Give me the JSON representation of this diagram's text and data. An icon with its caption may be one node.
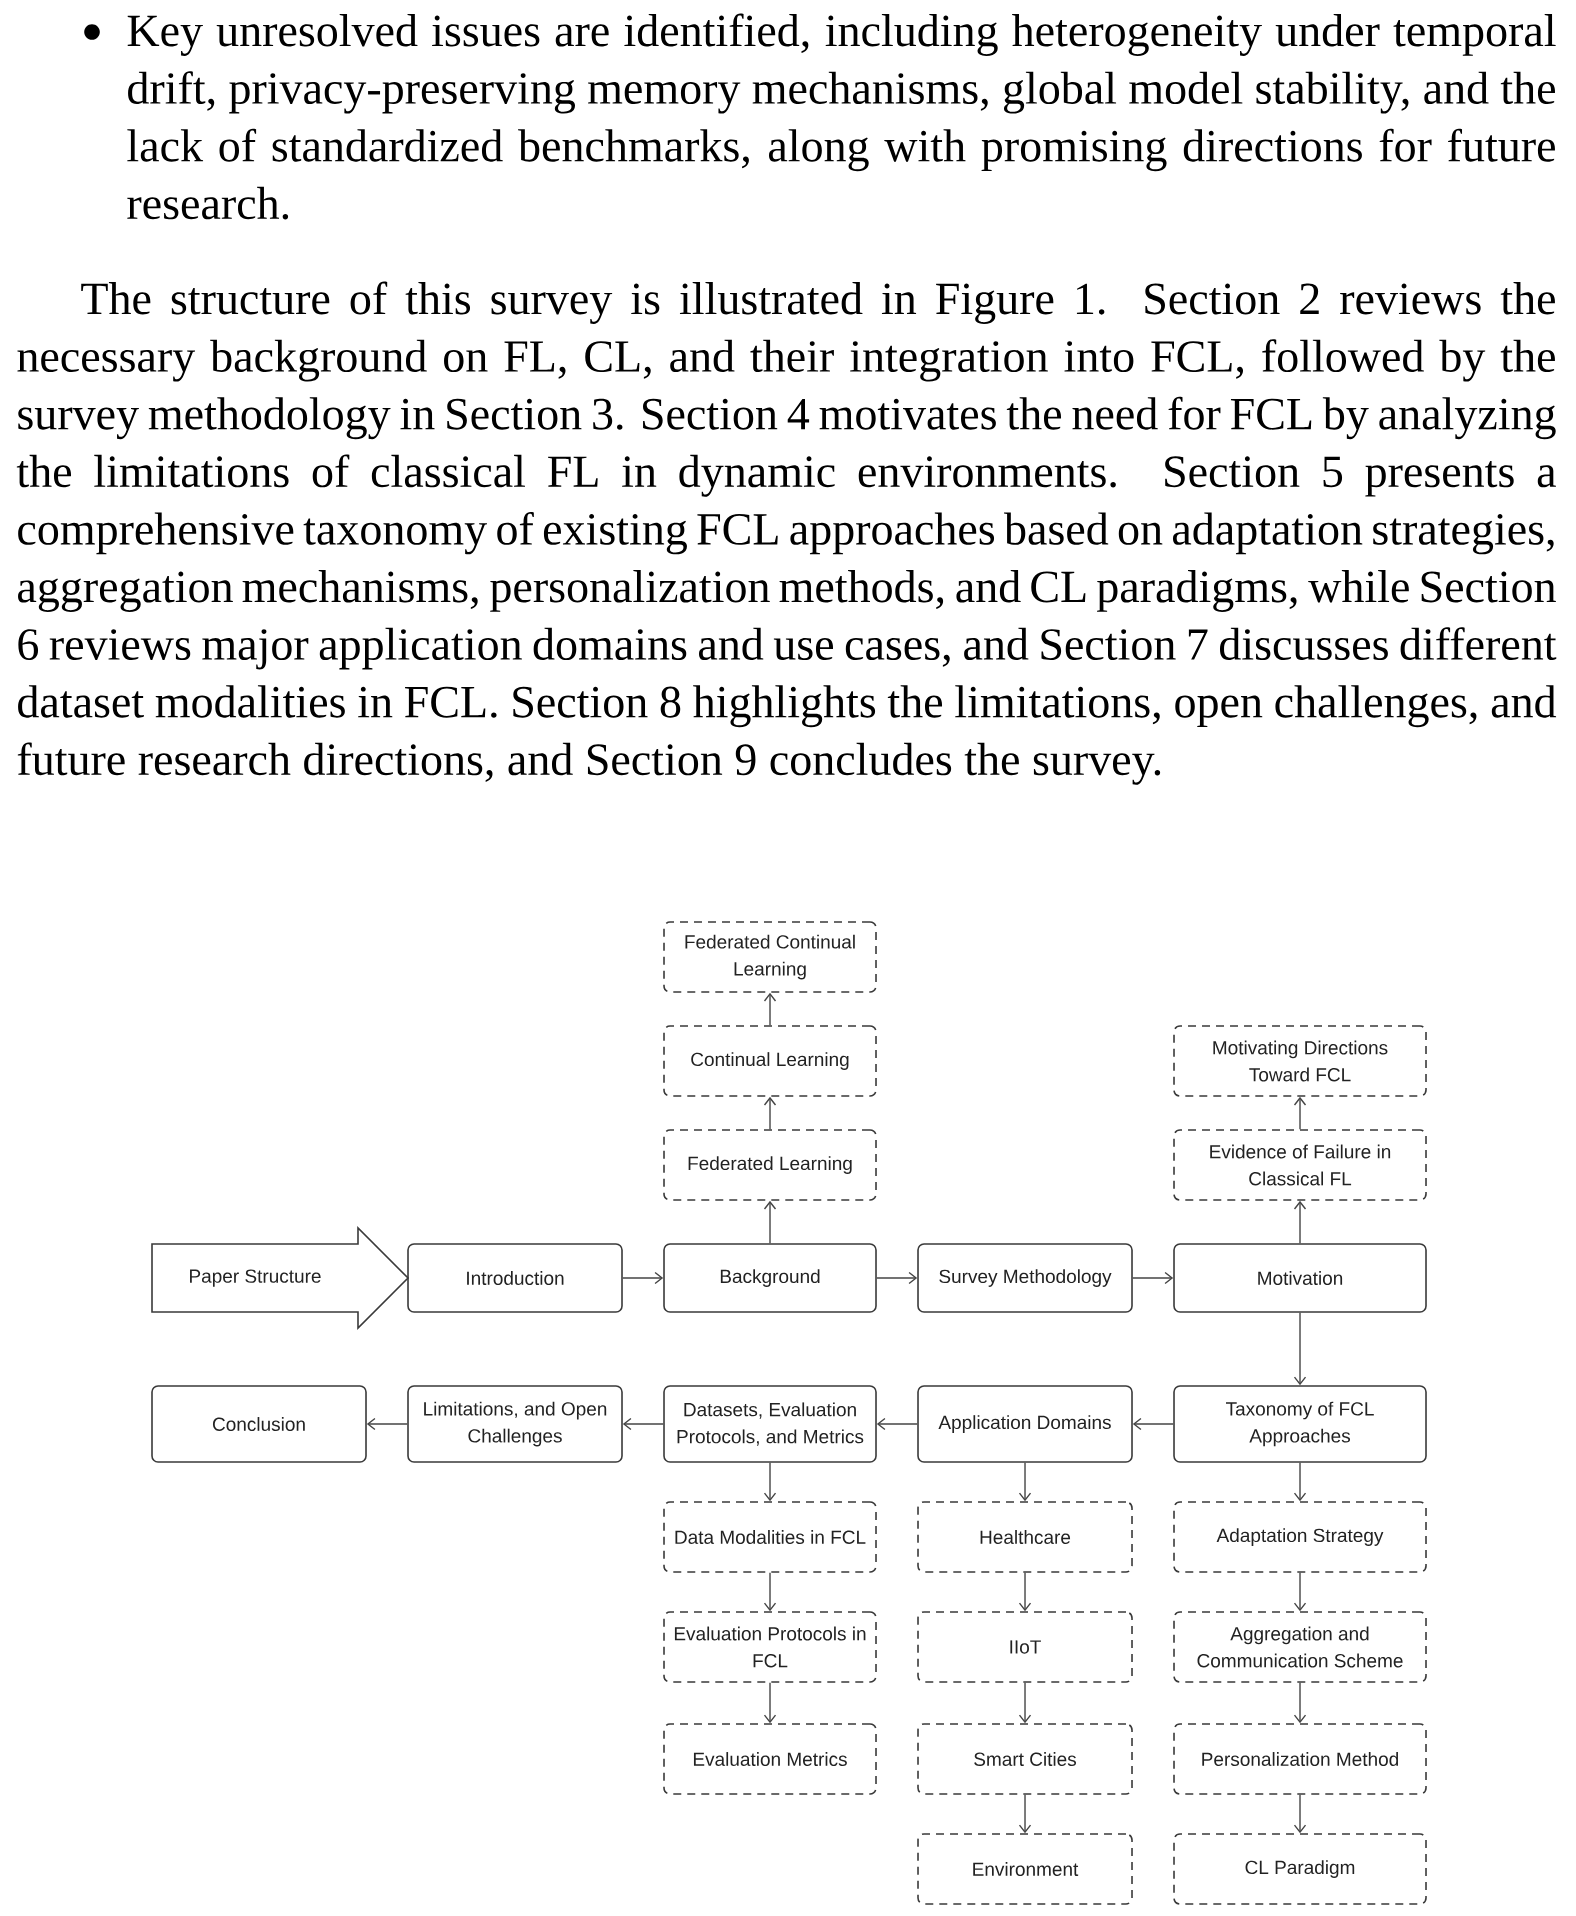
{
  "diagram": {
    "nodes": [
      {
        "text": [
          "Federated Continual Learning"
        ]
      },
      {
        "text": [
          "Continual Learning"
        ]
      },
      {
        "text": [
          "Motivating Directions Toward FCL"
        ]
      },
      {
        "text": [
          "Federated Learning"
        ]
      },
      {
        "text": [
          "Evidence of Failure in Classical FL"
        ]
      },
      {
        "text": [
          "Paper Structure"
        ]
      },
      {
        "text": [
          "Introduction"
        ]
      },
      {
        "text": [
          "Background"
        ]
      },
      {
        "text": [
          "Survey Methodology"
        ]
      },
      {
        "text": [
          "Motivation"
        ]
      },
      {
        "text": [
          "Conclusion"
        ]
      },
      {
        "text": [
          "Limitations, and Open Challenges"
        ]
      },
      {
        "text": [
          "Datasets, Evaluation Protocols, and Metrics"
        ]
      },
      {
        "text": [
          "Application Domains"
        ]
      },
      {
        "text": [
          "Taxonomy of FCL Approaches"
        ]
      },
      {
        "text": [
          "Data Modalities in FCL"
        ]
      },
      {
        "text": [
          "Healthcare"
        ]
      },
      {
        "text": [
          "Adaptation Strategy"
        ]
      },
      {
        "text": [
          "Evaluation Protocols in FCL"
        ]
      },
      {
        "text": [
          "IIoT"
        ]
      },
      {
        "text": [
          "Aggregation and Communication Scheme"
        ]
      },
      {
        "text": [
          "Evaluation Metrics"
        ]
      },
      {
        "text": [
          "Smart Cities"
        ]
      },
      {
        "text": [
          "Personalization Method"
        ]
      },
      {
        "text": [
          "Environment"
        ]
      },
      {
        "text": [
          "CL Paradigm"
        ]
      }
    ],
    "edges": [
      {
        "from": 5,
        "to": 6,
        "arrow": "to"
      },
      {
        "from": 6,
        "to": 7,
        "arrow": "to"
      },
      {
        "from": 7,
        "to": 8,
        "arrow": "to"
      },
      {
        "from": 8,
        "to": 9,
        "arrow": "to"
      },
      {
        "from": 7,
        "to": 3,
        "arrow": "to"
      },
      {
        "from": 3,
        "to": 1,
        "arrow": "to"
      },
      {
        "from": 1,
        "to": 0,
        "arrow": "to"
      },
      {
        "from": 9,
        "to": 4,
        "arrow": "to"
      },
      {
        "from": 4,
        "to": 2,
        "arrow": "to"
      },
      {
        "from": 9,
        "to": 14,
        "arrow": "to"
      },
      {
        "from": 14,
        "to": 13,
        "arrow": "to"
      },
      {
        "from": 13,
        "to": 12,
        "arrow": "to"
      },
      {
        "from": 12,
        "to": 11,
        "arrow": "to"
      },
      {
        "from": 11,
        "to": 10,
        "arrow": "to"
      },
      {
        "from": 14,
        "to": 17,
        "arrow": "to"
      },
      {
        "from": 17,
        "to": 20,
        "arrow": "to"
      },
      {
        "from": 20,
        "to": 23,
        "arrow": "to"
      },
      {
        "from": 23,
        "to": 25,
        "arrow": "to"
      },
      {
        "from": 13,
        "to": 16,
        "arrow": "to"
      },
      {
        "from": 16,
        "to": 19,
        "arrow": "to"
      },
      {
        "from": 19,
        "to": 22,
        "arrow": "to"
      },
      {
        "from": 22,
        "to": 24,
        "arrow": "to"
      },
      {
        "from": 12,
        "to": 15,
        "arrow": "to"
      },
      {
        "from": 15,
        "to": 18,
        "arrow": "to"
      },
      {
        "from": 18,
        "to": 21,
        "arrow": "to"
      }
    ],
    "labels": [
      "Key unresolved issues are identified, including heterogeneity under temporal drift, privacy-preserving memory mechanisms, global model stability, and the lack of standardized benchmarks, along with promising directions for future research.",
      "The structure of this survey is illustrated in Figure 1. Section 2 reviews the necessary background on FL, CL, and their integration into FCL, followed by the survey methodology in Section 3. Section 4 motivates the need for FCL by analyzing the limitations of classical FL in dynamic environments. Section 5 presents a comprehensive taxonomy of existing FCL approaches based on adaptation strategies, aggregation mechanisms, personalization methods, and CL paradigms, while Section 6 reviews major application domains and use cases, and Section 7 discusses different dataset modalities in FCL. Section 8 highlights the limitations, open challenges, and future research directions, and Section 9 concludes the survey."
    ]
  }
}
